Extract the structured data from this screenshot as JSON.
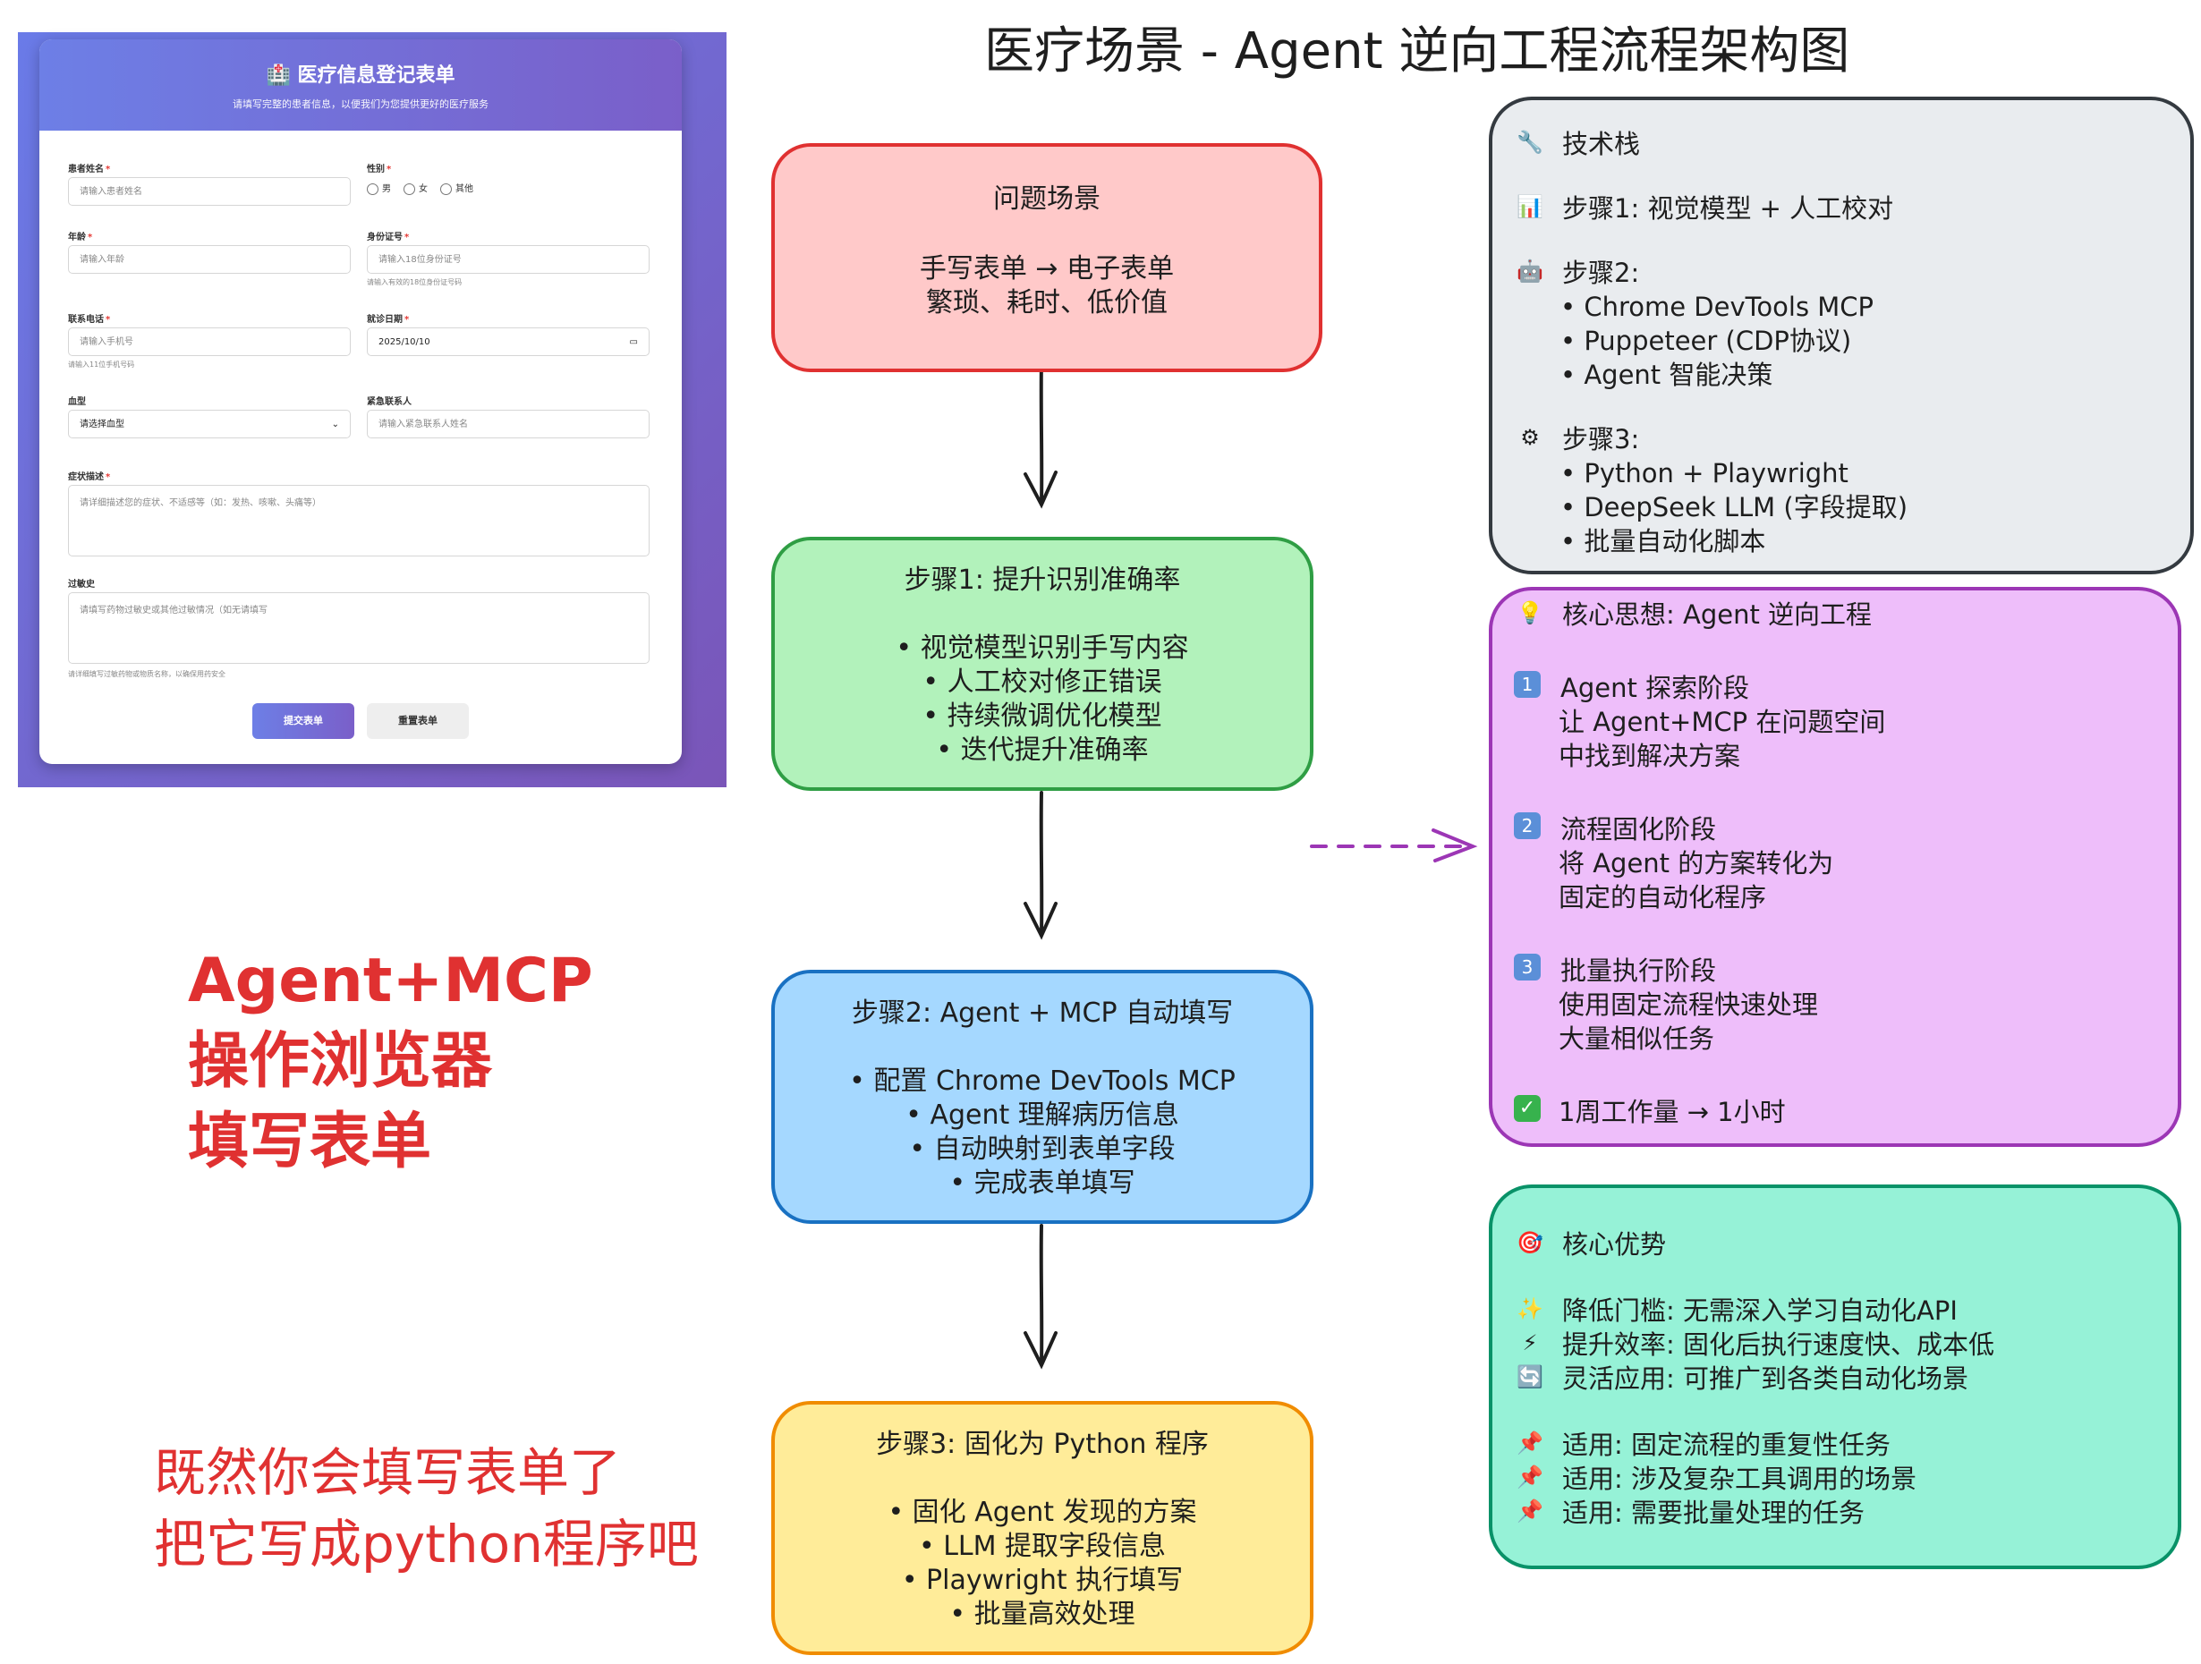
{
  "title": "医疗场景 - Agent 逆向工程流程架构图",
  "form": {
    "title": "医疗信息登记表单",
    "subtitle": "请填写完整的患者信息，以便我们为您提供更好的医疗服务",
    "labels": {
      "name": "患者姓名",
      "gender": "性别",
      "age": "年龄",
      "id_card": "身份证号",
      "phone": "联系电话",
      "visit_date": "就诊日期",
      "blood_type": "血型",
      "emergency_contact": "紧急联系人",
      "symptoms": "症状描述",
      "allergy": "过敏史"
    },
    "placeholders": {
      "name": "请输入患者姓名",
      "age": "请输入年龄",
      "id_card": "请输入18位身份证号",
      "phone": "请输入手机号",
      "emergency_contact": "请输入紧急联系人姓名",
      "symptoms": "请详细描述您的症状、不适感等（如：发热、咳嗽、头痛等）",
      "allergy": "请填写药物过敏史或其他过敏情况（如无请填写"
    },
    "values": {
      "visit_date": "2025/10/10",
      "blood_type": "请选择血型"
    },
    "gender_options": [
      "男",
      "女",
      "其他"
    ],
    "hints": {
      "id_card": "请输入有效的18位身份证号码",
      "phone": "请输入11位手机号码",
      "allergy": "请详细填写过敏药物或物质名称，以确保用药安全"
    },
    "submit_label": "提交表单",
    "reset_label": "重置表单"
  },
  "flow": {
    "problem": {
      "title": "问题场景",
      "lines": [
        "手写表单 → 电子表单",
        "繁琐、耗时、低价值"
      ]
    },
    "step1": {
      "title": "步骤1: 提升识别准确率",
      "items": [
        "视觉模型识别手写内容",
        "人工校对修正错误",
        "持续微调优化模型",
        "迭代提升准确率"
      ]
    },
    "step2": {
      "title": "步骤2: Agent + MCP 自动填写",
      "items": [
        "配置 Chrome DevTools MCP",
        "Agent 理解病历信息",
        "自动映射到表单字段",
        "完成表单填写"
      ]
    },
    "step3": {
      "title": "步骤3: 固化为 Python 程序",
      "items": [
        "固化 Agent 发现的方案",
        "LLM 提取字段信息",
        "Playwright 执行填写",
        "批量高效处理"
      ]
    }
  },
  "tech_stack": {
    "heading": "技术栈",
    "step1": "步骤1: 视觉模型 + 人工校对",
    "step2_heading": "步骤2:",
    "step2_items": [
      "Chrome DevTools MCP",
      "Puppeteer (CDP协议)",
      "Agent 智能决策"
    ],
    "step3_heading": "步骤3:",
    "step3_items": [
      "Python + Playwright",
      "DeepSeek LLM (字段提取)",
      "批量自动化脚本"
    ]
  },
  "core_idea": {
    "heading": "核心思想: Agent 逆向工程",
    "phase1_title": "Agent 探索阶段",
    "phase1_lines": [
      "让 Agent+MCP 在问题空间",
      "中找到解决方案"
    ],
    "phase2_title": "流程固化阶段",
    "phase2_lines": [
      "将 Agent 的方案转化为",
      "固定的自动化程序"
    ],
    "phase3_title": "批量执行阶段",
    "phase3_lines": [
      "使用固定流程快速处理",
      "大量相似任务"
    ],
    "result": "1周工作量 → 1小时",
    "nums": [
      "1",
      "2",
      "3"
    ]
  },
  "advantages": {
    "heading": "核心优势",
    "items": [
      "降低门槛: 无需深入学习自动化API",
      "提升效率: 固化后执行速度快、成本低",
      "灵活应用: 可推广到各类自动化场景"
    ],
    "uses": [
      "适用: 固定流程的重复性任务",
      "适用: 涉及复杂工具调用的场景",
      "适用: 需要批量处理的任务"
    ]
  },
  "annotations": {
    "left_lines": [
      "Agent+MCP",
      "操作浏览器",
      "填写表单"
    ],
    "bottom_lines": [
      "既然你会填写表单了",
      "把它写成python程序吧"
    ]
  },
  "colors": {
    "problem": "#ffc9c9",
    "step1": "#b2f2bb",
    "step2": "#a5d8ff",
    "step3": "#ffec99",
    "tech": "#e9ecef",
    "idea": "#eebefa",
    "advantages": "#96f2d7",
    "annotation": "#e03131"
  }
}
